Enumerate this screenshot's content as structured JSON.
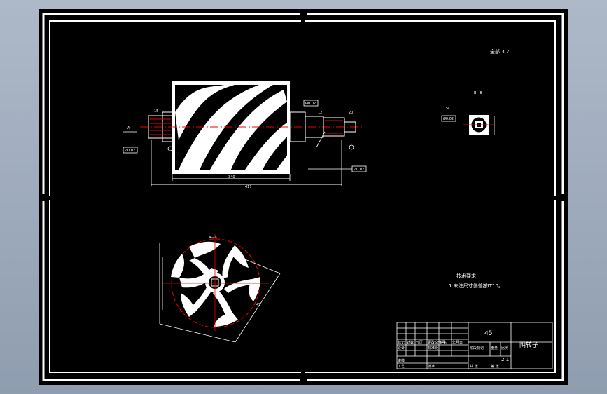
{
  "drawing": {
    "roughness_mark": "全部 3.2",
    "technical_requirements_title": "技术要求",
    "technical_requirements_item": "1.未注尺寸偏差按IT10。",
    "section_label_aa": "A—A",
    "section_label_bb": "B—B",
    "view_arrow_label": "A",
    "dim_overall_length": "417",
    "dim_body_length": "340",
    "dim_side_width": "45",
    "dim_tolerance_1": "Ø0.02",
    "dim_tolerance_2": "Ø0.02",
    "dim_tolerance_3": "Ø0.02",
    "dim_tolerance_bb": "Ø0.02",
    "dim_label_12": "12",
    "dim_label_15": "15",
    "dim_label_20": "20",
    "dim_label_34": "34"
  },
  "title_block": {
    "material": "45",
    "part_name": "阴转子",
    "scale": "2:1",
    "row_labels": [
      "标记",
      "处数",
      "分区",
      "更改文件号",
      "签名",
      "年月日"
    ],
    "row_labels_2": [
      "设计",
      "标准化",
      "",
      "阶段标记",
      "重量",
      "比例"
    ],
    "row_labels_3": [
      "审核",
      "",
      "",
      "",
      "",
      ""
    ],
    "row_labels_4": [
      "工艺",
      "",
      "批准",
      "共 张",
      "第 张",
      ""
    ]
  }
}
